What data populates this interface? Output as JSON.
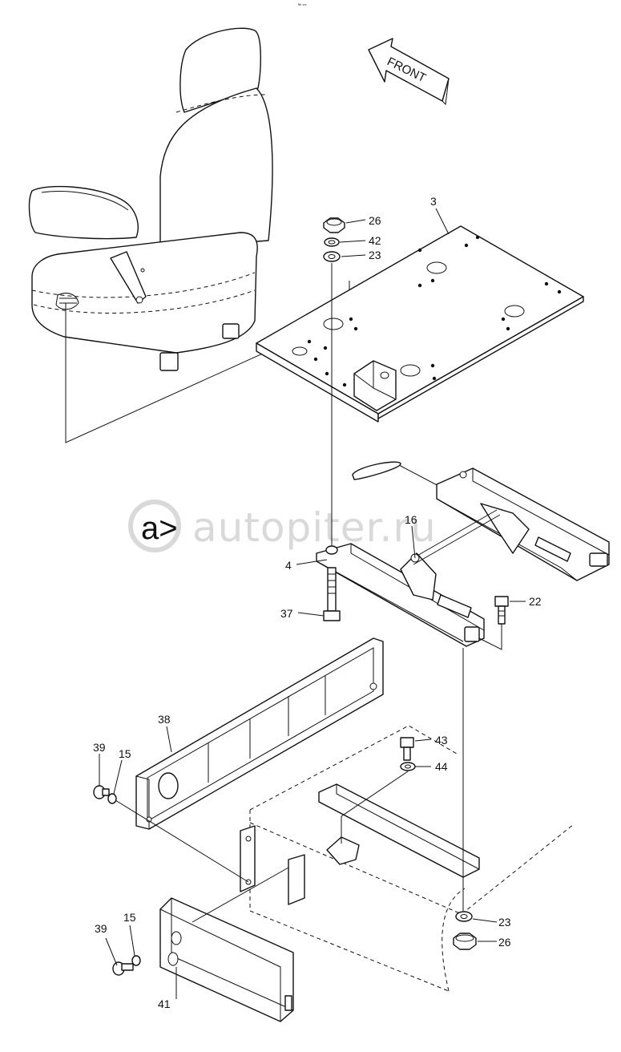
{
  "labels": {
    "p3": "3",
    "p4": "4",
    "p15a": "15",
    "p15b": "15",
    "p16": "16",
    "p22": "22",
    "p23a": "23",
    "p23b": "23",
    "p26a": "26",
    "p26b": "26",
    "p37": "37",
    "p38": "38",
    "p39a": "39",
    "p39b": "39",
    "p41": "41",
    "p42": "42",
    "p43": "43",
    "p44": "44"
  },
  "arrow_text": "FRONT",
  "watermark": "autopiter.ru",
  "corner_mark": "ᴿᵇ ᵛᵛᵛ"
}
